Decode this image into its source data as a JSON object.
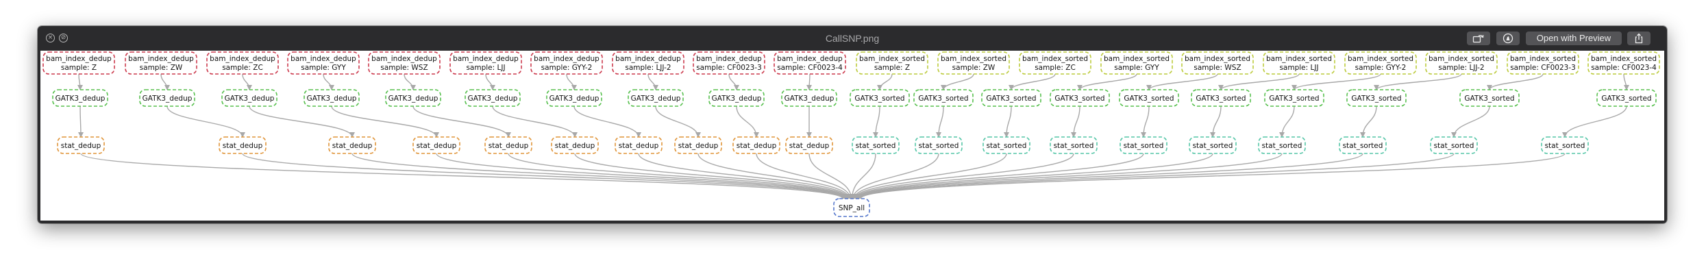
{
  "window": {
    "title": "CallSNP.png",
    "open_with_label": "Open with Preview",
    "close_icon": "close-icon",
    "fullscreen_icon": "fullscreen-icon",
    "rotate_icon": "rotate-icon",
    "markup_icon": "markup-icon",
    "share_icon": "share-icon"
  },
  "colors": {
    "index_dedup": "#cc3a4d",
    "index_sorted": "#bccb3c",
    "gatk": "#58c04f",
    "stat_dedup": "#e0953a",
    "stat_sorted": "#55c6a7",
    "snp_all": "#5577cc",
    "edge": "#a8a8a8"
  },
  "graph": {
    "index_nodes": [
      {
        "rule": "bam_index_dedup",
        "sample": "sample: Z",
        "kind": "dedup"
      },
      {
        "rule": "bam_index_dedup",
        "sample": "sample: ZW",
        "kind": "dedup"
      },
      {
        "rule": "bam_index_dedup",
        "sample": "sample: ZC",
        "kind": "dedup"
      },
      {
        "rule": "bam_index_dedup",
        "sample": "sample: GYY",
        "kind": "dedup"
      },
      {
        "rule": "bam_index_dedup",
        "sample": "sample: WSZ",
        "kind": "dedup"
      },
      {
        "rule": "bam_index_dedup",
        "sample": "sample: LJJ",
        "kind": "dedup"
      },
      {
        "rule": "bam_index_dedup",
        "sample": "sample: GYY-2",
        "kind": "dedup"
      },
      {
        "rule": "bam_index_dedup",
        "sample": "sample: LJJ-2",
        "kind": "dedup"
      },
      {
        "rule": "bam_index_dedup",
        "sample": "sample: CF0023-3",
        "kind": "dedup"
      },
      {
        "rule": "bam_index_dedup",
        "sample": "sample: CF0023-4",
        "kind": "dedup"
      },
      {
        "rule": "bam_index_sorted",
        "sample": "sample: Z",
        "kind": "sorted"
      },
      {
        "rule": "bam_index_sorted",
        "sample": "sample: ZW",
        "kind": "sorted"
      },
      {
        "rule": "bam_index_sorted",
        "sample": "sample: ZC",
        "kind": "sorted"
      },
      {
        "rule": "bam_index_sorted",
        "sample": "sample: GYY",
        "kind": "sorted"
      },
      {
        "rule": "bam_index_sorted",
        "sample": "sample: WSZ",
        "kind": "sorted"
      },
      {
        "rule": "bam_index_sorted",
        "sample": "sample: LJJ",
        "kind": "sorted"
      },
      {
        "rule": "bam_index_sorted",
        "sample": "sample: GYY-2",
        "kind": "sorted"
      },
      {
        "rule": "bam_index_sorted",
        "sample": "sample: LJJ-2",
        "kind": "sorted"
      },
      {
        "rule": "bam_index_sorted",
        "sample": "sample: CF0023-3",
        "kind": "sorted"
      },
      {
        "rule": "bam_index_sorted",
        "sample": "sample: CF0023-4",
        "kind": "sorted"
      }
    ],
    "gatk_nodes": [
      {
        "label": "GATK3_dedup",
        "kind": "dedup"
      },
      {
        "label": "GATK3_dedup",
        "kind": "dedup"
      },
      {
        "label": "GATK3_dedup",
        "kind": "dedup"
      },
      {
        "label": "GATK3_dedup",
        "kind": "dedup"
      },
      {
        "label": "GATK3_dedup",
        "kind": "dedup"
      },
      {
        "label": "GATK3_dedup",
        "kind": "dedup"
      },
      {
        "label": "GATK3_dedup",
        "kind": "dedup"
      },
      {
        "label": "GATK3_dedup",
        "kind": "dedup"
      },
      {
        "label": "GATK3_dedup",
        "kind": "dedup"
      },
      {
        "label": "GATK3_dedup",
        "kind": "dedup"
      },
      {
        "label": "GATK3_sorted",
        "kind": "sorted"
      },
      {
        "label": "GATK3_sorted",
        "kind": "sorted"
      },
      {
        "label": "GATK3_sorted",
        "kind": "sorted"
      },
      {
        "label": "GATK3_sorted",
        "kind": "sorted"
      },
      {
        "label": "GATK3_sorted",
        "kind": "sorted"
      },
      {
        "label": "GATK3_sorted",
        "kind": "sorted"
      },
      {
        "label": "GATK3_sorted",
        "kind": "sorted"
      },
      {
        "label": "GATK3_sorted",
        "kind": "sorted"
      },
      {
        "label": "GATK3_sorted",
        "kind": "sorted"
      },
      {
        "label": "GATK3_sorted",
        "kind": "sorted"
      }
    ],
    "stat_nodes": [
      {
        "label": "stat_dedup",
        "kind": "dedup"
      },
      {
        "label": "stat_dedup",
        "kind": "dedup"
      },
      {
        "label": "stat_dedup",
        "kind": "dedup"
      },
      {
        "label": "stat_dedup",
        "kind": "dedup"
      },
      {
        "label": "stat_dedup",
        "kind": "dedup"
      },
      {
        "label": "stat_dedup",
        "kind": "dedup"
      },
      {
        "label": "stat_dedup",
        "kind": "dedup"
      },
      {
        "label": "stat_dedup",
        "kind": "dedup"
      },
      {
        "label": "stat_dedup",
        "kind": "dedup"
      },
      {
        "label": "stat_dedup",
        "kind": "dedup"
      },
      {
        "label": "stat_sorted",
        "kind": "sorted"
      },
      {
        "label": "stat_sorted",
        "kind": "sorted"
      },
      {
        "label": "stat_sorted",
        "kind": "sorted"
      },
      {
        "label": "stat_sorted",
        "kind": "sorted"
      },
      {
        "label": "stat_sorted",
        "kind": "sorted"
      },
      {
        "label": "stat_sorted",
        "kind": "sorted"
      },
      {
        "label": "stat_sorted",
        "kind": "sorted"
      },
      {
        "label": "stat_sorted",
        "kind": "sorted"
      },
      {
        "label": "stat_sorted",
        "kind": "sorted"
      },
      {
        "label": "stat_sorted",
        "kind": "sorted"
      }
    ],
    "final_node": {
      "label": "SNP_all"
    }
  }
}
